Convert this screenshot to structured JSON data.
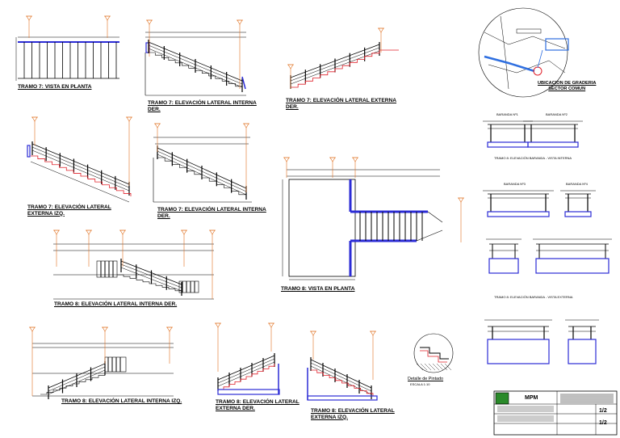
{
  "labels": {
    "t7_plan": "TRAMO 7: VISTA EN PLANTA",
    "t7_int_der_1": "TRAMO 7: ELEVACIÓN LATERAL INTERNA",
    "t7_int_der_2": "DER.",
    "t7_ext_der_1": "TRAMO 7: ELEVACIÓN LATERAL EXTERNA",
    "t7_ext_der_2": "DER.",
    "t7_ext_izq_1": "TRAMO 7: ELEVACIÓN LATERAL",
    "t7_ext_izq_2": "EXTERNA IZQ.",
    "t7_int_der_b_1": "TRAMO 7: ELEVACIÓN LATERAL INTERNA",
    "t7_int_der_b_2": "DER.",
    "t8_plan": "TRAMO 8: VISTA EN PLANTA",
    "t8_int_der": "TRAMO 8: ELEVACIÓN LATERAL INTERNA DER.",
    "t8_int_izq": "TRAMO 8: ELEVACIÓN LATERAL INTERNA IZQ.",
    "t8_ext_der_1": "TRAMO 8: ELEVACIÓN LATERAL",
    "t8_ext_der_2": "EXTERNA DER.",
    "t8_ext_izq_1": "TRAMO 8: ELEVACIÓN LATERAL",
    "t8_ext_izq_2": "EXTERNA IZQ.",
    "location_1": "UBICACION DE GRADERIA",
    "location_2": "SECTOR COMUN",
    "detail_title": "Detalle de Pintado",
    "detail_scale": "ESCALA 1:10",
    "baranda_1": "BARANDA Nº1",
    "baranda_2": "BARANDA Nº2",
    "baranda_3": "BARANDA Nº3",
    "baranda_4": "BARANDA Nº4",
    "baranda_view_1": "TRAMO 8: ELEVACIÓN BARANDA - VISTA INTERNA",
    "baranda_view_2": "TRAMO 8: ELEVACIÓN BARANDA - VISTA EXTERNA",
    "titleblock_logo": "MPM",
    "sheet_code_1": "1/2",
    "sheet_code_2": "1/2"
  },
  "colors": {
    "line": "#000000",
    "stair_blue": "#2b2bd6",
    "stair_red": "#e0202a",
    "level_orange": "#e07020",
    "map_blue": "#2f6fe0",
    "logo_green": "#2a8a2a"
  },
  "icons": {
    "level_marker": "elevation-marker-icon",
    "map_pointer": "location-pointer-icon",
    "logo": "municipal-shield-icon"
  }
}
